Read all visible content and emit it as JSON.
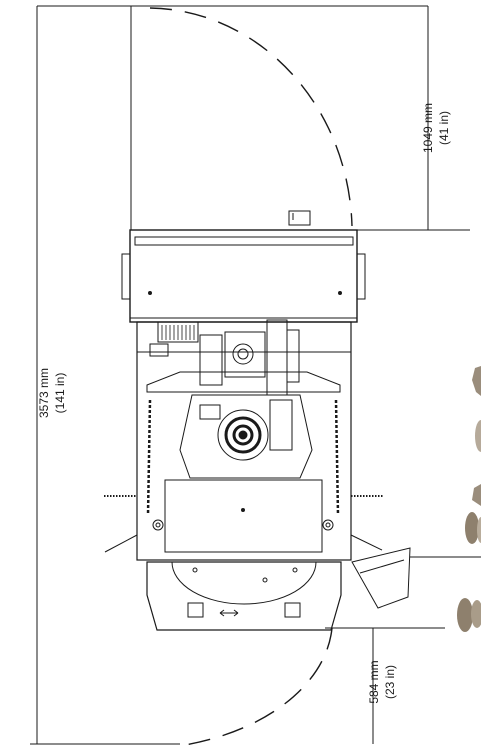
{
  "dimensions": {
    "overall_length": {
      "mm": "3573 mm",
      "inch": "(141 in)"
    },
    "door_swing_clearance": {
      "mm": "1049 mm",
      "inch": "(41 in)"
    },
    "front_clearance": {
      "mm": "584 mm",
      "inch": "(23 in)"
    }
  },
  "icons": {
    "machine": "machine-top-view-icon",
    "door_swing": "door-swing-arc-icon",
    "hardware": "threaded-hardware-photo"
  },
  "colors": {
    "line": "#1a1a1a",
    "background": "#ffffff",
    "hardware": "#9a8d7c"
  }
}
